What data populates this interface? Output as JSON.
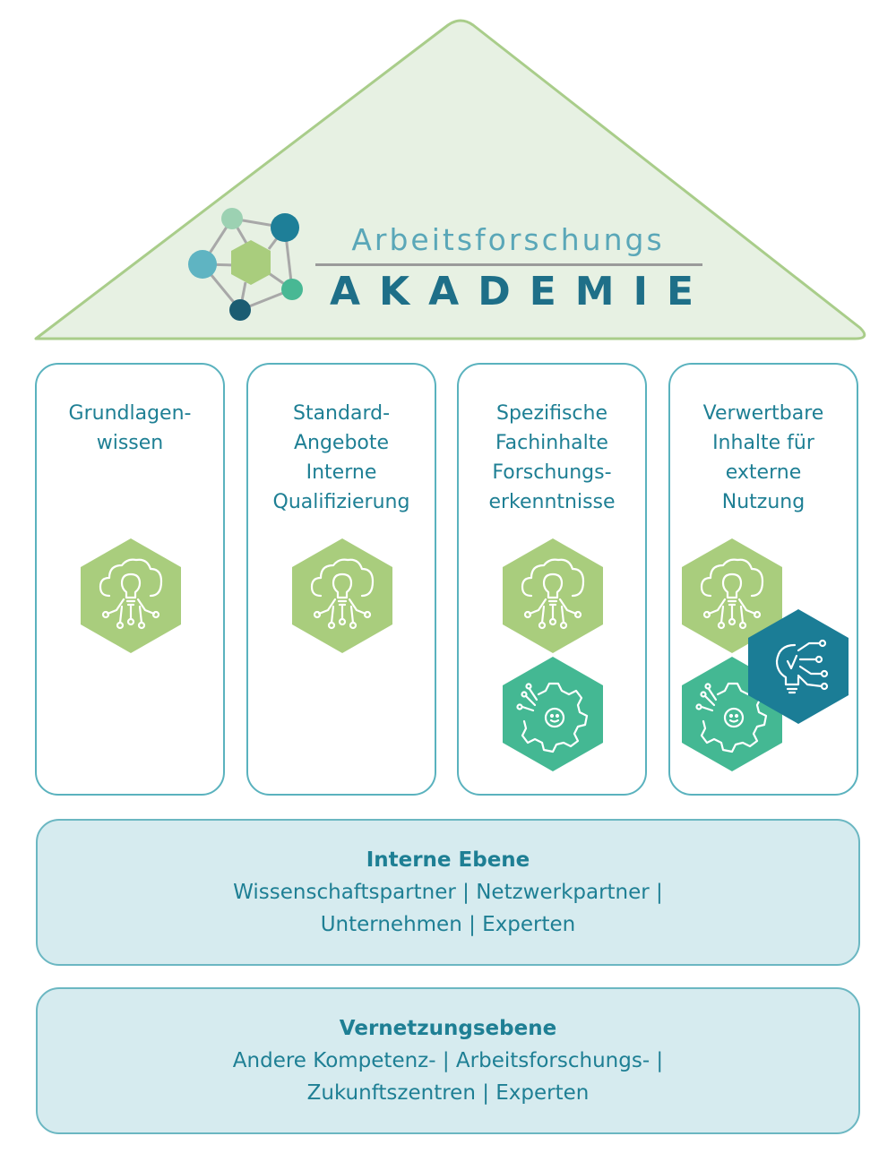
{
  "logo": {
    "line1": "Arbeitsforschungs",
    "line2": "AKADEMIE",
    "colors": {
      "roof_fill": "#e7f1e3",
      "roof_stroke": "#a9cd8a",
      "teal_dark": "#1e6f88",
      "teal": "#1e7f94"
    }
  },
  "pillars": [
    {
      "title_lines": [
        "Grundlagen-",
        "wissen"
      ],
      "icons": [
        "cloud-bulb-icon"
      ]
    },
    {
      "title_lines": [
        "Standard-",
        "Angebote",
        "Interne",
        "Qualifizierung"
      ],
      "icons": [
        "cloud-bulb-icon"
      ]
    },
    {
      "title_lines": [
        "Spezifische",
        "Fachinhalte",
        "Forschungs-",
        "erkenntnisse"
      ],
      "icons": [
        "cloud-bulb-icon",
        "gears-person-icon"
      ]
    },
    {
      "title_lines": [
        "Verwertbare",
        "Inhalte für",
        "externe",
        "Nutzung"
      ],
      "icons": [
        "cloud-bulb-icon",
        "gears-person-icon",
        "bulb-circuit-icon"
      ]
    }
  ],
  "levels": [
    {
      "title": "Interne Ebene",
      "lines": [
        "Wissenschaftspartner | Netzwerkpartner |",
        "Unternehmen | Experten"
      ]
    },
    {
      "title": "Vernetzungsebene",
      "lines": [
        "Andere Kompetenz- | Arbeitsforschungs- |",
        "Zukunftszentren | Experten"
      ]
    }
  ]
}
